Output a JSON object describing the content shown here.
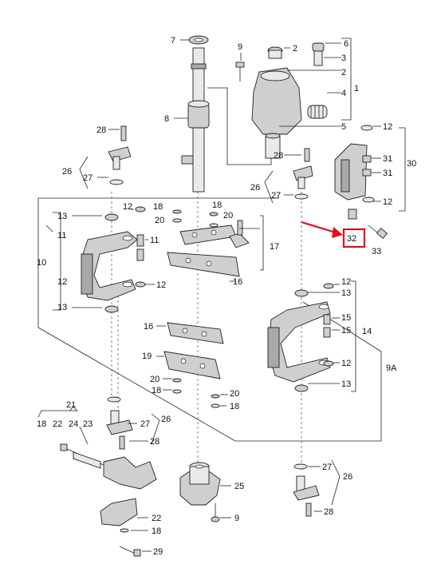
{
  "highlight": {
    "label": "32",
    "box_color": "#e0101e",
    "arrow_color": "#e0101e"
  },
  "labels": {
    "l7": "7",
    "l9a": "9",
    "l2a": "2",
    "l6": "6",
    "l3": "3",
    "l2b": "2",
    "l1": "1",
    "l4": "4",
    "l5": "5",
    "l8": "8",
    "l28a": "28",
    "l26a": "26",
    "l27a": "27",
    "l28b": "28",
    "l26b": "26",
    "l27b": "27",
    "l12a": "12",
    "l31a": "31",
    "l31b": "31",
    "l30": "30",
    "l12b": "12",
    "l33": "33",
    "l13a": "13",
    "l11a": "11",
    "l10": "10",
    "l11b": "11",
    "l12c": "12",
    "l13b": "13",
    "l12d": "12",
    "l12e": "12",
    "l18a": "18",
    "l20a": "20",
    "l18b": "18",
    "l20b": "20",
    "l17": "17",
    "l16a": "16",
    "l12f": "12",
    "l13c": "13",
    "l15a": "15",
    "l15b": "15",
    "l14": "14",
    "l12g": "12",
    "l13d": "13",
    "l9A": "9A",
    "l16b": "16",
    "l19": "19",
    "l20c": "20",
    "l18c": "18",
    "l20d": "20",
    "l18d": "18",
    "l21": "21",
    "l18e": "18",
    "l22a": "22",
    "l24": "24",
    "l23": "23",
    "l27c": "27",
    "l26c": "26",
    "l28c": "28",
    "l25": "25",
    "l9b": "9",
    "l27d": "27",
    "l26d": "26",
    "l28d": "28",
    "l22b": "22",
    "l18f": "18",
    "l29": "29"
  }
}
